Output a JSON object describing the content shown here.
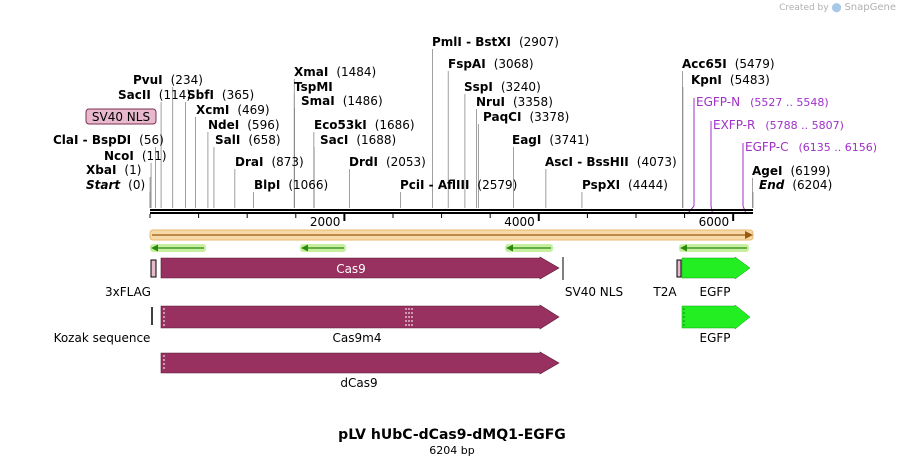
{
  "credit": {
    "prefix": "Created by",
    "brand": "SnapGene"
  },
  "map": {
    "title": "pLV hUbC-dCas9-dMQ1-EGFG",
    "length_label": "6204 bp",
    "total_bp": 6204,
    "axis_ticks": [
      "2000",
      "4000",
      "6000"
    ],
    "sites": [
      {
        "name": "Start",
        "pos": "(0)",
        "bp": 0,
        "style": "bi"
      },
      {
        "name": "XbaI",
        "pos": "(1)",
        "bp": 1,
        "style": "b"
      },
      {
        "name": "NcoI",
        "pos": "(11)",
        "bp": 11,
        "style": "b"
      },
      {
        "name": "ClaI",
        "sep": " - ",
        "name2": "BspDI",
        "pos": "(56)",
        "bp": 56,
        "style": "b"
      },
      {
        "name": "SacII",
        "pos": "(114)",
        "bp": 114,
        "style": "b"
      },
      {
        "name": "PvuI",
        "pos": "(234)",
        "bp": 234,
        "style": "b"
      },
      {
        "name": "SbfI",
        "pos": "(365)",
        "bp": 365,
        "style": "b"
      },
      {
        "name": "XcmI",
        "pos": "(469)",
        "bp": 469,
        "style": "b"
      },
      {
        "name": "NdeI",
        "pos": "(596)",
        "bp": 596,
        "style": "b"
      },
      {
        "name": "SalI",
        "pos": "(658)",
        "bp": 658,
        "style": "b"
      },
      {
        "name": "DraI",
        "pos": "(873)",
        "bp": 873,
        "style": "b"
      },
      {
        "name": "BlpI",
        "pos": "(1066)",
        "bp": 1066,
        "style": "b"
      },
      {
        "name": "XmaI",
        "pos": "(1484)",
        "bp": 1484,
        "style": "b"
      },
      {
        "name": "TspMI",
        "pos": "",
        "bp": 1484,
        "style": "b"
      },
      {
        "name": "SmaI",
        "pos": "(1486)",
        "bp": 1486,
        "style": "b"
      },
      {
        "name": "Eco53kI",
        "pos": "(1686)",
        "bp": 1686,
        "style": "b"
      },
      {
        "name": "SacI",
        "pos": "(1688)",
        "bp": 1688,
        "style": "b"
      },
      {
        "name": "DrdI",
        "pos": "(2053)",
        "bp": 2053,
        "style": "b"
      },
      {
        "name": "PciI",
        "sep": " - ",
        "name2": "AflIII",
        "pos": "(2579)",
        "bp": 2579,
        "style": "b"
      },
      {
        "name": "PmlI",
        "sep": " - ",
        "name2": "BstXI",
        "pos": "(2907)",
        "bp": 2907,
        "style": "b"
      },
      {
        "name": "FspAI",
        "pos": "(3068)",
        "bp": 3068,
        "style": "b"
      },
      {
        "name": "SspI",
        "pos": "(3240)",
        "bp": 3240,
        "style": "b"
      },
      {
        "name": "NruI",
        "pos": "(3358)",
        "bp": 3358,
        "style": "b"
      },
      {
        "name": "PaqCI",
        "pos": "(3378)",
        "bp": 3378,
        "style": "b"
      },
      {
        "name": "EagI",
        "pos": "(3741)",
        "bp": 3741,
        "style": "b"
      },
      {
        "name": "AscI",
        "sep": " - ",
        "name2": "BssHII",
        "pos": "(4073)",
        "bp": 4073,
        "style": "b"
      },
      {
        "name": "PspXI",
        "pos": "(4444)",
        "bp": 4444,
        "style": "b"
      },
      {
        "name": "Acc65I",
        "pos": "(5479)",
        "bp": 5479,
        "style": "b"
      },
      {
        "name": "KpnI",
        "pos": "(5483)",
        "bp": 5483,
        "style": "b"
      },
      {
        "name": "AgeI",
        "pos": "(6199)",
        "bp": 6199,
        "style": "b"
      },
      {
        "name": "End",
        "pos": "(6204)",
        "bp": 6204,
        "style": "bi"
      }
    ],
    "primers": [
      {
        "name": "EGFP-N",
        "range": "(5527 .. 5548)",
        "bp": 5527
      },
      {
        "name": "EXFP-R",
        "range": "(5788 .. 5807)",
        "bp": 5788
      },
      {
        "name": "EGFP-C",
        "range": "(6135 .. 6156)",
        "bp": 6135
      }
    ],
    "features": {
      "sv40_tag": "SV40 NLS",
      "cas9": "Cas9",
      "cas9_label_inside": "Cas9",
      "flag_label": "3xFLAG",
      "sv40_right": "SV40 NLS",
      "t2a": "T2A",
      "egfp1": "EGFP",
      "kozak": "Kozak sequence",
      "cas9m4": "Cas9m4",
      "egfp2": "EGFP",
      "dcas9": "dCas9"
    },
    "colors": {
      "cds": "#983060",
      "egfp": "#22ee22",
      "primer": "#a030c8",
      "orf": "#f7d9a8",
      "orf_arrow": "#9a5a10",
      "arrow_bg": "#c6efa0",
      "arrow_line": "#2a8a10",
      "sv40_fill": "#e8b8cc"
    }
  }
}
